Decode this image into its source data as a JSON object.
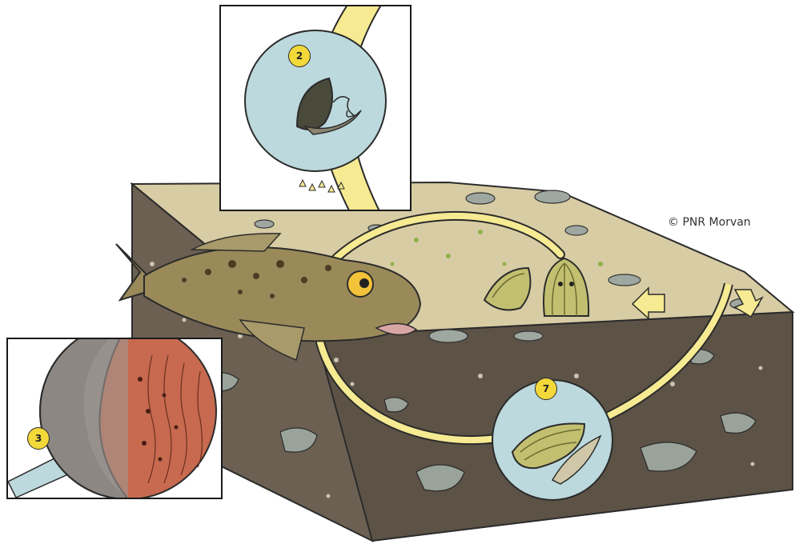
{
  "credit": "© PNR Morvan",
  "markers": {
    "step_2": "2",
    "step_3": "3",
    "step_7": "7"
  },
  "colors": {
    "water": "#bcd9dd",
    "lifecycle_arrow": "#f6ea92",
    "sediment": "#d8cca4",
    "soil": "#5c5246",
    "fish": "#9a8a5a",
    "shell_stripes": "#c2c070",
    "egg_tissue": "#c76a4f"
  },
  "icons": {
    "fish": "bullhead-fish-icon",
    "mussel": "mussel-icon",
    "arrow": "yellow-arrow-icon"
  }
}
